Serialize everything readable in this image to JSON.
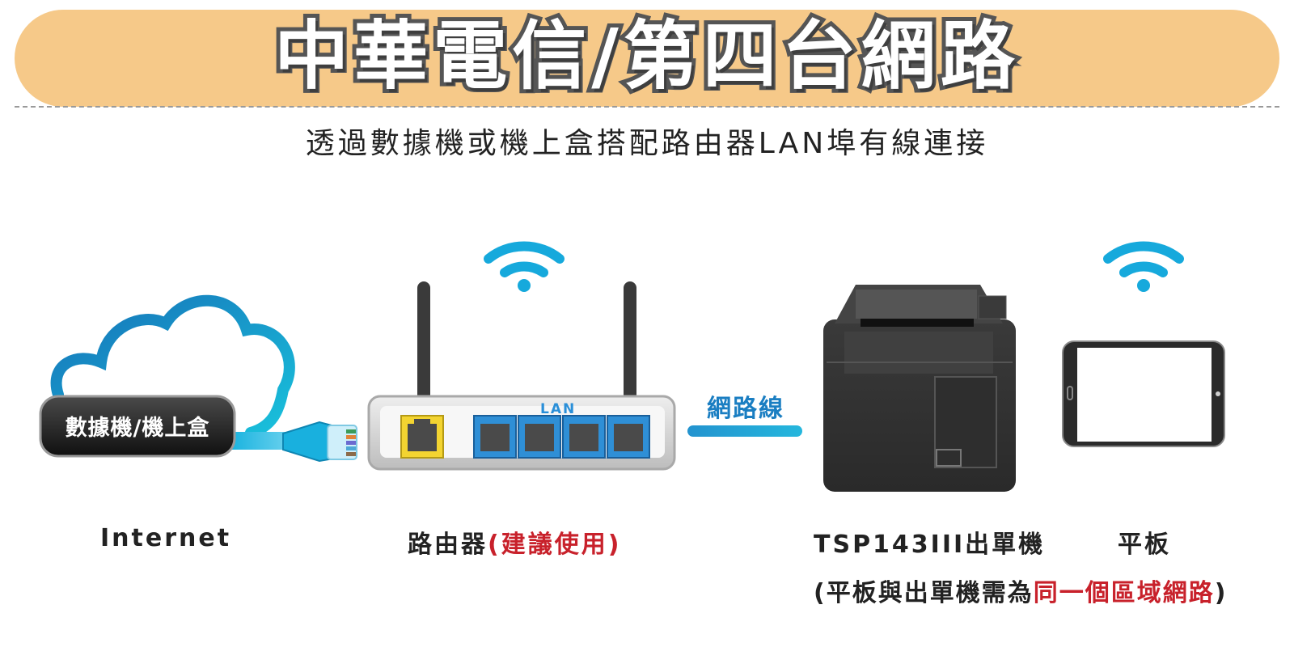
{
  "header": {
    "title": "中華電信/第四台網路",
    "subtitle": "透過數據機或機上盒搭配路由器LAN埠有線連接"
  },
  "modem": {
    "label": "數據機/機上盒"
  },
  "router": {
    "port_label": "LAN"
  },
  "cable": {
    "label": "網路線"
  },
  "labels": {
    "internet": "Internet",
    "router": "路由器",
    "router_note": "(建議使用)",
    "printer": "TSP143III出單機",
    "tablet": "平板",
    "note_prefix": "(平板與出單機需為",
    "note_highlight": "同一個區域網路",
    "note_suffix": ")"
  },
  "colors": {
    "banner": "#f6c989",
    "accent_blue": "#1a7ec2",
    "highlight_red": "#c8212b",
    "wifi": "#16a9dc"
  },
  "icons": [
    "cloud-icon",
    "wifi-icon",
    "router-icon",
    "ethernet-plug-icon",
    "printer-icon",
    "tablet-icon"
  ]
}
